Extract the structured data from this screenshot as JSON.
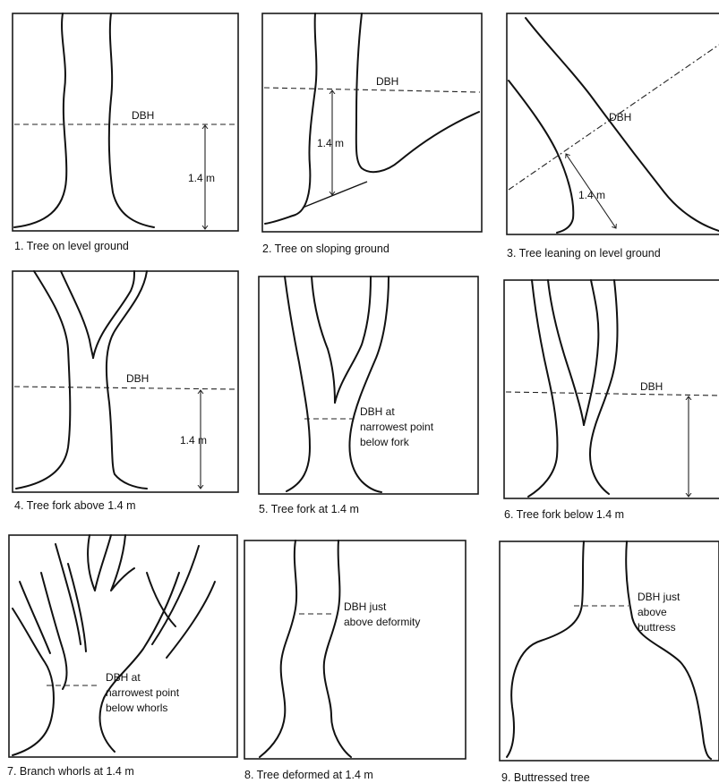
{
  "panels": [
    {
      "caption": "1. Tree on level ground",
      "labels": [
        "DBH",
        "1.4 m"
      ]
    },
    {
      "caption": "2. Tree on sloping ground",
      "labels": [
        "DBH",
        "1.4 m"
      ]
    },
    {
      "caption": "3. Tree leaning on level ground",
      "labels": [
        "DBH",
        "1.4 m"
      ]
    },
    {
      "caption": "4. Tree fork above 1.4 m",
      "labels": [
        "DBH",
        "1.4 m"
      ]
    },
    {
      "caption": "5. Tree fork at 1.4 m",
      "labels": [
        "DBH at",
        "narrowest point",
        "below fork"
      ]
    },
    {
      "caption": "6. Tree fork below 1.4 m",
      "labels": [
        "DBH"
      ]
    },
    {
      "caption": "7. Branch whorls at 1.4 m",
      "labels": [
        "DBH at",
        "narrowest point",
        "below whorls"
      ]
    },
    {
      "caption": "8. Tree deformed at 1.4 m",
      "labels": [
        "DBH just",
        "above deformity"
      ]
    },
    {
      "caption": "9. Buttressed tree",
      "labels": [
        "DBH just",
        "above",
        "buttress"
      ]
    }
  ]
}
